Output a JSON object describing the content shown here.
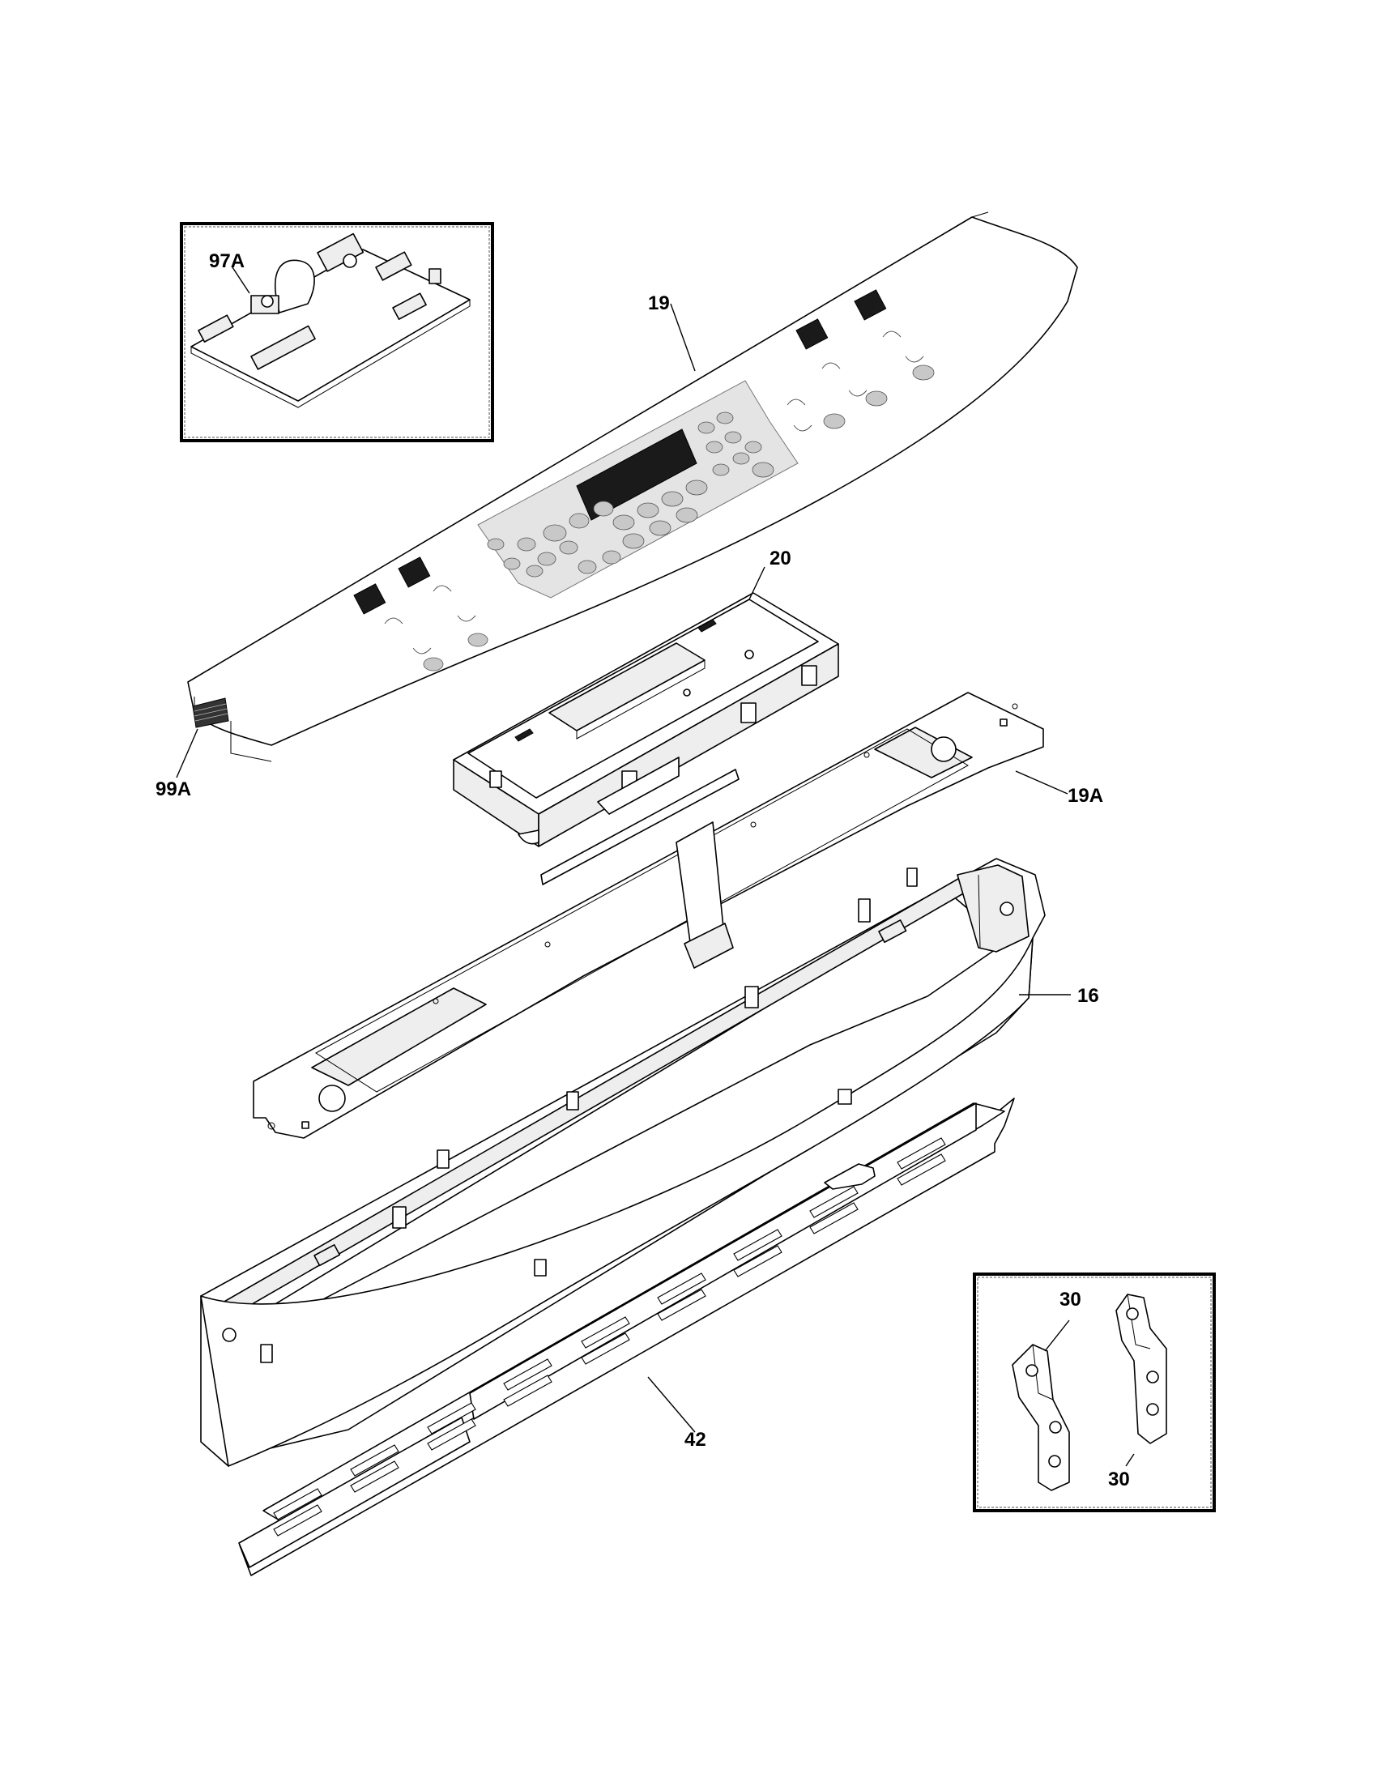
{
  "callouts": {
    "c97A": "97A",
    "c19": "19",
    "c20": "20",
    "c99A": "99A",
    "c19A": "19A",
    "c16": "16",
    "c30a": "30",
    "c30b": "30",
    "c42": "42"
  }
}
